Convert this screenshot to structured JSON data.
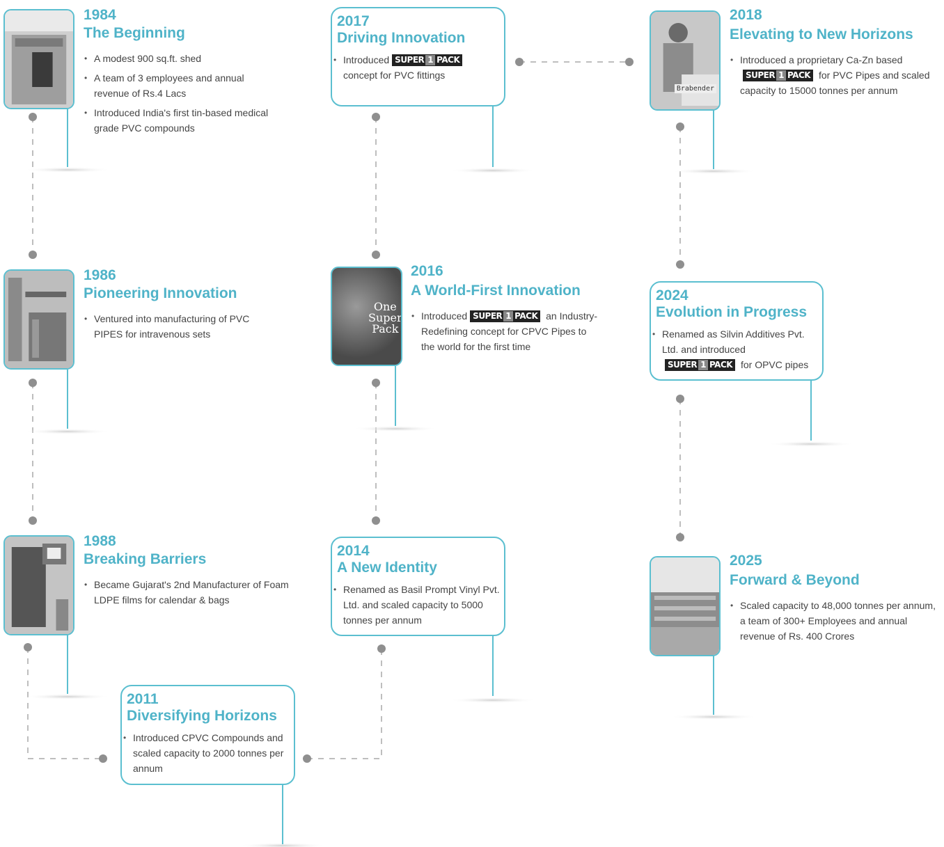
{
  "colors": {
    "accent": "#4fb3c8",
    "connector": "#9a9a9a",
    "photo_bg": "#d9d9d9"
  },
  "brand_badge": {
    "text": "SUPER1PACK",
    "left": "SUPER",
    "one": "1",
    "right": "PACK"
  },
  "milestones": [
    {
      "year": "1984",
      "title": "The Beginning",
      "bullets": [
        "A modest 900 sq.ft. shed",
        "A team of 3 employees and annual revenue of Rs.4 Lacs",
        "Introduced India's first tin-based medical grade PVC compounds"
      ],
      "image": "shed-photo"
    },
    {
      "year": "1986",
      "title": "Pioneering Innovation",
      "bullets": [
        "Ventured into manufacturing of PVC PIPES for intravenous sets"
      ],
      "image": "factory-photo"
    },
    {
      "year": "1988",
      "title": "Breaking Barriers",
      "bullets": [
        "Became Gujarat's 2nd Manufacturer of Foam LDPE films for calendar & bags"
      ],
      "image": "machine-photo"
    },
    {
      "year": "2011",
      "title": "Diversifying Horizons",
      "bullets": [
        "Introduced CPVC Compounds and scaled capacity to 2000 tonnes per annum"
      ]
    },
    {
      "year": "2014",
      "title": "A New Identity",
      "bullets": [
        "Renamed as Basil Prompt Vinyl Pvt. Ltd. and scaled capacity to 5000 tonnes per annum"
      ]
    },
    {
      "year": "2016",
      "title": "A World-First Innovation",
      "bullets_pre": "Introduced",
      "bullets_post": "an Industry-Redefining concept for CPVC Pipes to the world for the first time",
      "image": "one-super-pack-image",
      "image_text": [
        "One",
        "Super",
        "Pack"
      ]
    },
    {
      "year": "2017",
      "title": "Driving Innovation",
      "bullets_pre": "Introduced",
      "bullets_post": "concept for PVC fittings"
    },
    {
      "year": "2018",
      "title": "Elevating to New Horizons",
      "bullets_pre": "Introduced a proprietary Ca-Zn based",
      "bullets_post": "for PVC Pipes and scaled capacity to 15000 tonnes per annum",
      "image": "worker-photo",
      "image_label": "Brabender"
    },
    {
      "year": "2024",
      "title": "Evolution in Progress",
      "bullets_pre": "Renamed as Silvin Additives Pvt. Ltd. and introduced",
      "bullets_post": "for OPVC pipes"
    },
    {
      "year": "2025",
      "title": "Forward & Beyond",
      "bullets": [
        "Scaled capacity to 48,000 tonnes per annum, a team of 300+ Employees and annual revenue of Rs. 400 Crores"
      ],
      "image": "building-photo"
    }
  ]
}
